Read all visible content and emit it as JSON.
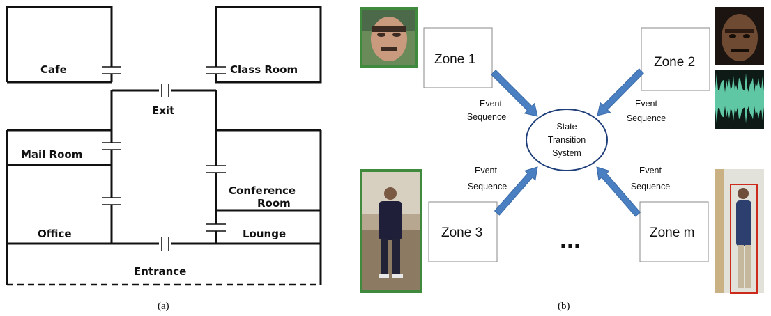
{
  "floor_plan": {
    "rooms": {
      "cafe": "Cafe",
      "class_room": "Class Room",
      "exit": "Exit",
      "mail_room": "Mail Room",
      "conference_line1": "Conference",
      "conference_line2": "Room",
      "office": "Office",
      "lounge": "Lounge",
      "entrance": "Entrance"
    },
    "caption": "(a)"
  },
  "system_diagram": {
    "zones": {
      "zone1": "Zone 1",
      "zone2": "Zone 2",
      "zone3": "Zone 3",
      "zonem": "Zone m"
    },
    "center": {
      "line1": "State",
      "line2": "Transition",
      "line3": "System"
    },
    "event_label_line1": "Event",
    "event_label_line2": "Sequence",
    "ellipsis": "...",
    "arrow_color": "#4a7fc1",
    "caption": "(b)"
  }
}
